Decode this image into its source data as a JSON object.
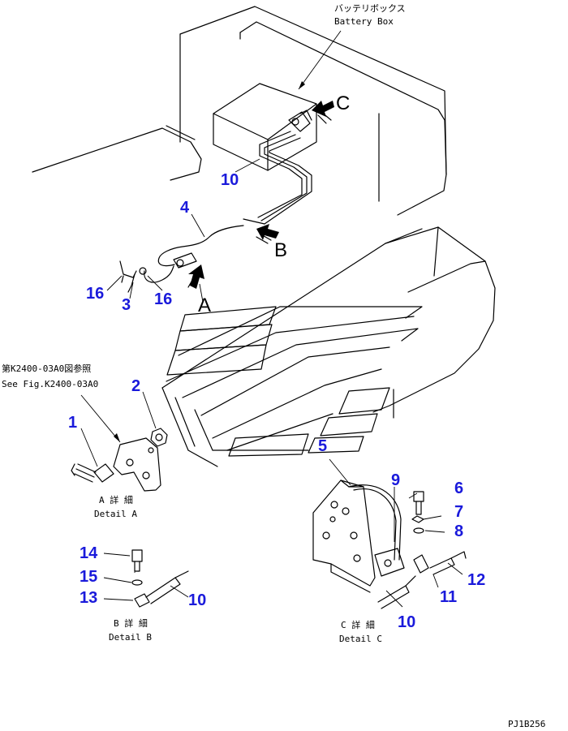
{
  "labels": {
    "battery_box_jp": "バッテリボックス",
    "battery_box_en": "Battery Box",
    "see_fig_jp": "第K2400-03A0図参照",
    "see_fig_en": "See Fig.K2400-03A0",
    "detail_a_jp": "A 詳 細",
    "detail_a_en": "Detail A",
    "detail_b_jp": "B 詳 細",
    "detail_b_en": "Detail B",
    "detail_c_jp": "C 詳 細",
    "detail_c_en": "Detail C",
    "view_a": "A",
    "view_b": "B",
    "view_c": "C",
    "drawing_code": "PJ1B256"
  },
  "callouts": {
    "c1": "1",
    "c2": "2",
    "c3": "3",
    "c4": "4",
    "c5": "5",
    "c6": "6",
    "c7": "7",
    "c8": "8",
    "c9": "9",
    "c10_main": "10",
    "c10_b": "10",
    "c10_c": "10",
    "c11": "11",
    "c12": "12",
    "c13": "13",
    "c14": "14",
    "c15": "15",
    "c16_left": "16",
    "c16_right": "16"
  },
  "colors": {
    "callout": "#1a1adb",
    "line": "#000000",
    "background": "#ffffff"
  }
}
